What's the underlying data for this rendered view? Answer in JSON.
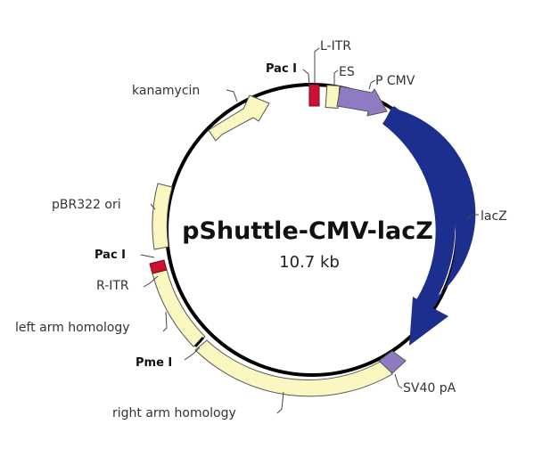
{
  "plasmid": {
    "name": "pShuttle-CMV-lacZ",
    "size": "10.7 kb"
  },
  "features": {
    "l_itr": "L-ITR",
    "es": "ES",
    "p_cmv": "P CMV",
    "lacz": "lacZ",
    "sv40_pa": "SV40 pA",
    "right_arm": "right arm homology",
    "left_arm": "left arm homology",
    "r_itr": "R-ITR",
    "pbr322_ori": "pBR322 ori",
    "kanamycin": "kanamycin"
  },
  "sites": {
    "pac_top": "Pac I",
    "pac_left": "Pac I",
    "pme": "Pme I"
  },
  "colors": {
    "backbone": "#000000",
    "pale_feature": "#fbf7c0",
    "itr_red": "#cc1133",
    "promoter_purple": "#8f7bc4",
    "lacz_blue": "#1c2f8e"
  }
}
